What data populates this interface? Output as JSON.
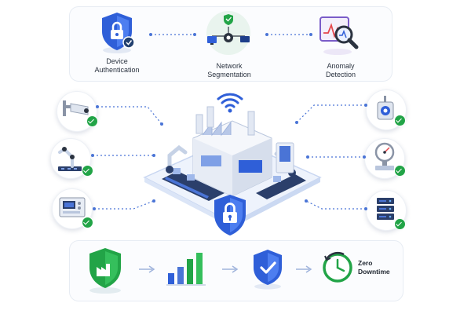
{
  "top_features": [
    {
      "line1": "Device",
      "line2": "Authentication",
      "icon": "shield-lock-icon"
    },
    {
      "line1": "Network",
      "line2": "Segmentation",
      "icon": "network-topology-icon"
    },
    {
      "line1": "Anomaly",
      "line2": "Detection",
      "icon": "magnifier-chart-icon"
    }
  ],
  "left_devices": [
    "cctv-camera-icon",
    "robot-arm-icon",
    "control-panel-icon"
  ],
  "right_devices": [
    "iot-sensor-icon",
    "pressure-gauge-icon",
    "server-rack-icon"
  ],
  "center": {
    "factory": "smart-factory-icon",
    "wifi": "wifi-icon",
    "lock": "central-shield-lock-icon"
  },
  "bottom_steps": [
    "secure-factory-shield-icon",
    "growth-bar-chart-icon",
    "verified-shield-icon",
    "clock-icon"
  ],
  "zero_downtime": {
    "line1": "Zero",
    "line2": "Downtime"
  },
  "colors": {
    "blue": "#2f5fd8",
    "green": "#22a447",
    "dotline": "#4a74d6"
  }
}
